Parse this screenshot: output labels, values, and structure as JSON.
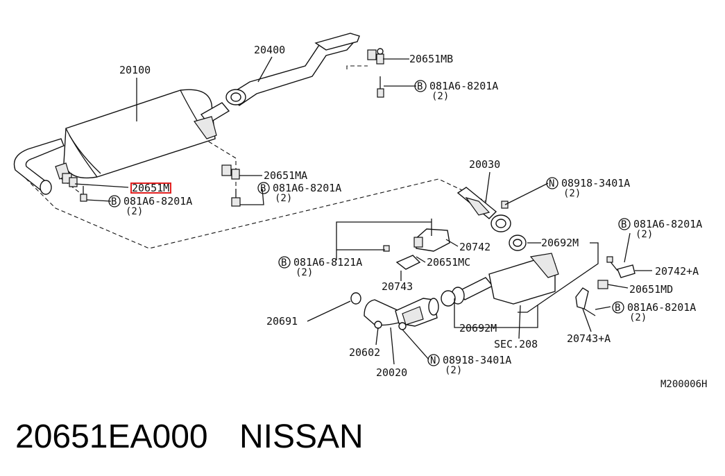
{
  "labels": {
    "p20100": "20100",
    "p20400": "20400",
    "p20651MB": "20651MB",
    "bolt_tr": "081A6-8201A",
    "bolt_tr_qty": "(2)",
    "p20651MA": "20651MA",
    "bolt_mid": "081A6-8201A",
    "bolt_mid_qty": "(2)",
    "p20651M": "20651M",
    "bolt_left": "081A6-8201A",
    "bolt_left_qty": "(2)",
    "p20030": "20030",
    "nut_top": "08918-3401A",
    "nut_top_qty": "(2)",
    "bolt_r1": "081A6-8201A",
    "bolt_r1_qty": "(2)",
    "p20742": "20742",
    "p20692M_top": "20692M",
    "bolt_8121": "081A6-8121A",
    "bolt_8121_qty": "(2)",
    "p20651MC": "20651MC",
    "p20742A": "20742+A",
    "p20743": "20743",
    "p20651MD": "20651MD",
    "bolt_r2": "081A6-8201A",
    "bolt_r2_qty": "(2)",
    "p20691": "20691",
    "p20692M_bot": "20692M",
    "sec208": "SEC.208",
    "p20743A": "20743+A",
    "p20602": "20602",
    "nut_bot": "08918-3401A",
    "nut_bot_qty": "(2)",
    "p20020": "20020",
    "diagram_code": "M200006H",
    "circ_b": "B",
    "circ_n": "N"
  },
  "caption": {
    "part_number": "20651EA000",
    "brand": "NISSAN"
  },
  "highlight_color": "#e02020"
}
